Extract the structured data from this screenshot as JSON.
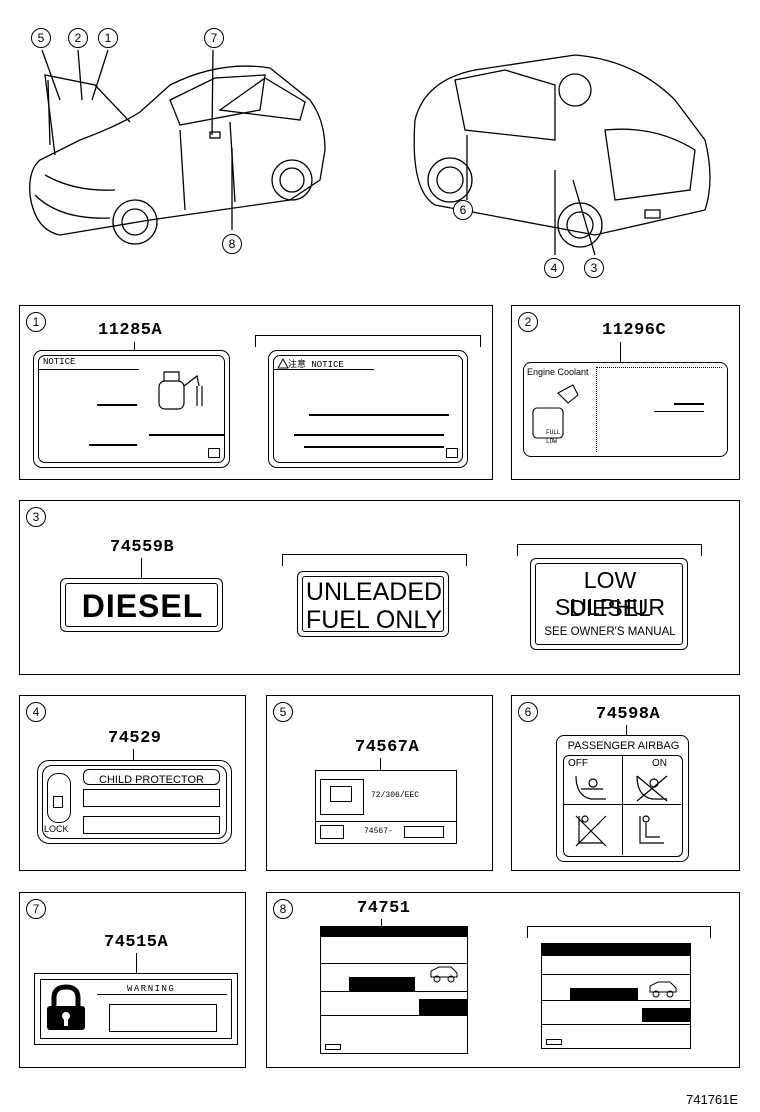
{
  "callouts": {
    "top": [
      "5",
      "2",
      "1",
      "7",
      "8",
      "6",
      "4",
      "3"
    ]
  },
  "panels": {
    "p1": {
      "num": "1",
      "part": "11285A",
      "notice": "NOTICE",
      "notice2": "注意 NOTICE"
    },
    "p2": {
      "num": "2",
      "part": "11296C",
      "coolant": "Engine Coolant",
      "full": "FULL",
      "low": "LOW"
    },
    "p3": {
      "num": "3",
      "part": "74559B",
      "diesel": "DIESEL",
      "unleaded1": "UNLEADED",
      "unleaded2": "FUEL ONLY",
      "ls1": "LOW SULPHUR",
      "ls2": "DIESEL",
      "ls3": "SEE OWNER'S MANUAL"
    },
    "p4": {
      "num": "4",
      "part": "74529",
      "child": "CHILD PROTECTOR",
      "lock": "LOCK"
    },
    "p5": {
      "num": "5",
      "part": "74567A",
      "code": "72/306/EEC",
      "sub": "74567-"
    },
    "p6": {
      "num": "6",
      "part": "74598A",
      "airbag": "PASSENGER AIRBAG",
      "off": "OFF",
      "on": "ON"
    },
    "p7": {
      "num": "7",
      "part": "74515A",
      "warning": "WARNING"
    },
    "p8": {
      "num": "8",
      "part": "74751"
    }
  },
  "diagram_id": "741761E"
}
